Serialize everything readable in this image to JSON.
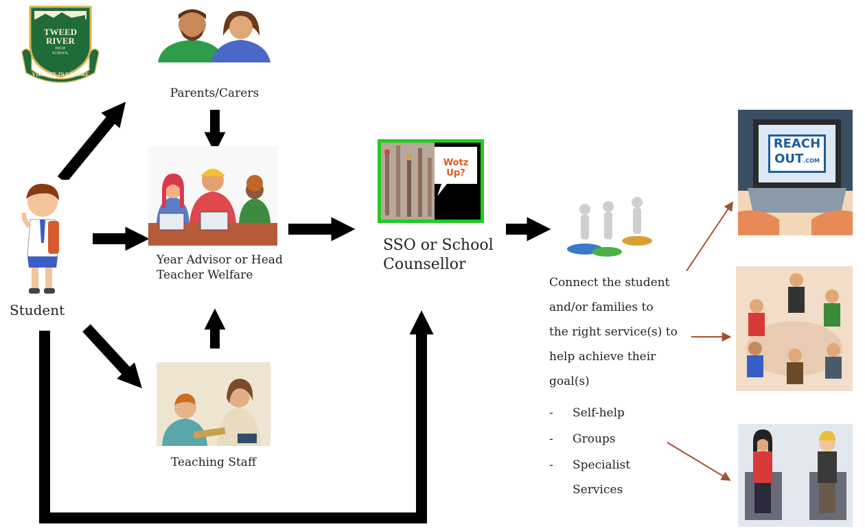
{
  "logo": {
    "line1": "TWEED",
    "line2": "RIVER",
    "line3": "HIGH",
    "line4": "SCHOOL",
    "motto": "VIRTUTE IN LABORE",
    "colors": {
      "green": "#1f6b3a",
      "gold": "#d8b24a",
      "cream": "#f5efd8"
    }
  },
  "nodes": {
    "student": "Student",
    "parents": "Parents/Carers",
    "year_advisor": "Year Advisor or Head Teacher Welfare",
    "teaching_staff": "Teaching Staff",
    "sso": "SSO or School Counsellor",
    "wotz_up": "Wotz Up?"
  },
  "connect": {
    "lines": [
      "Connect the student",
      "and/or families to",
      "the right service(s)  to",
      "help achieve  their",
      "goal(s)"
    ],
    "bullets": [
      {
        "dash": "-",
        "text": "Self-help"
      },
      {
        "dash": "-",
        "text": "Groups"
      },
      {
        "dash": "-",
        "text": "Specialist"
      },
      {
        "dash": "",
        "text": "Services"
      }
    ]
  },
  "reachout": {
    "line1": "REACH",
    "line2": "OUT",
    "suffix": ".COM"
  },
  "colors": {
    "arrow": "#000000",
    "thin_arrow": "#a0522d",
    "wotz_border": "#22cc22",
    "reachout_blue": "#1b5e9e"
  }
}
